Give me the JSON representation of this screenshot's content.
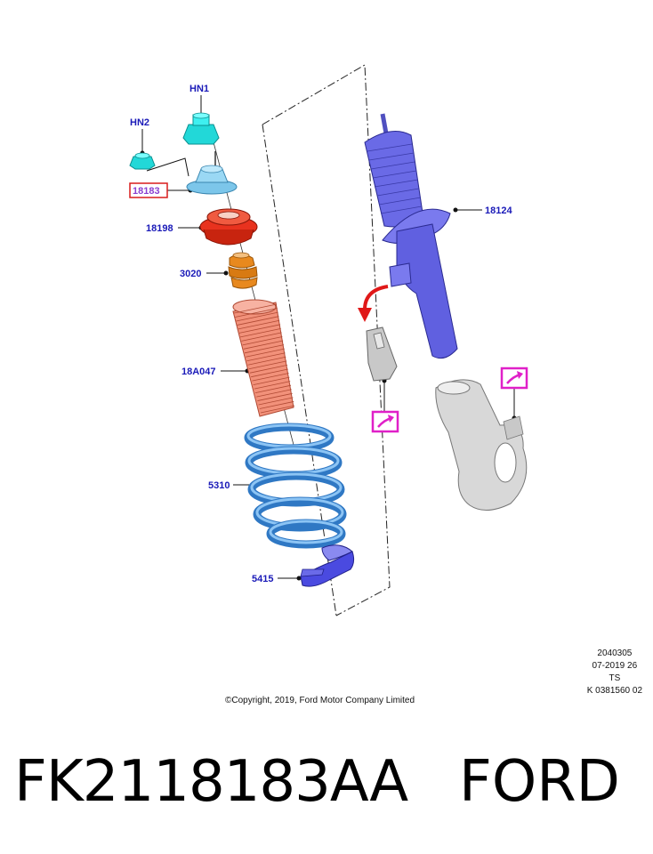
{
  "callouts": {
    "hn1": "HN1",
    "hn2": "HN2",
    "top_mount": "18183",
    "seat": "18198",
    "bump_stop": "3020",
    "dust_boot": "18A047",
    "spring": "5310",
    "spring_isolator": "5415",
    "strut": "18124"
  },
  "meta": {
    "code": "2040305",
    "date": "07-2019 26",
    "initials": "TS",
    "ref": "K 0381560 02"
  },
  "copyright": "©Copyright, 2019, Ford Motor Company Limited",
  "part_number": "FK2118183AA",
  "brand": "FORD",
  "colors": {
    "callout_text": "#1a1ab8",
    "highlight_box": "#d81c1c",
    "link_icon": "#e020c8",
    "nut": "#2ee6e6",
    "mount": "#8fd4f0",
    "seat": "#e8321e",
    "bump_stop": "#e8891e",
    "boot": "#f2917a",
    "spring": "#4c9be0",
    "isolator": "#4a4ae0",
    "strut": "#6a6ae6",
    "knuckle": "#d8d8d8",
    "arrow": "#e01818"
  }
}
